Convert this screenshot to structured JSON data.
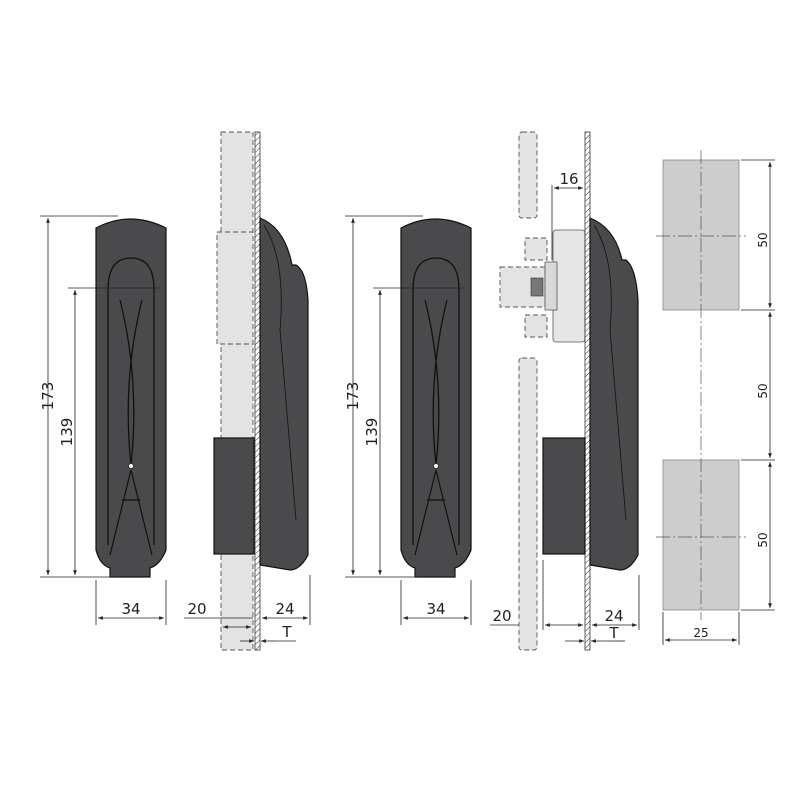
{
  "views": {
    "front_left": {
      "height_total": "173",
      "height_inner": "139",
      "width": "34"
    },
    "side_left": {
      "door_depth": "20",
      "handle_depth": "24",
      "thickness": "T"
    },
    "front_right": {
      "height_total": "173",
      "height_inner": "139",
      "width": "34"
    },
    "side_right": {
      "mechanism_offset": "16",
      "door_depth": "20",
      "handle_depth": "24",
      "thickness": "T"
    },
    "cutout": {
      "spacing_top": "50",
      "spacing_middle": "50",
      "spacing_bottom": "50",
      "width": "25"
    }
  },
  "colors": {
    "handle": "#4a4a4c",
    "cutout": "#cdcdcd",
    "door": "#e3e3e3"
  }
}
